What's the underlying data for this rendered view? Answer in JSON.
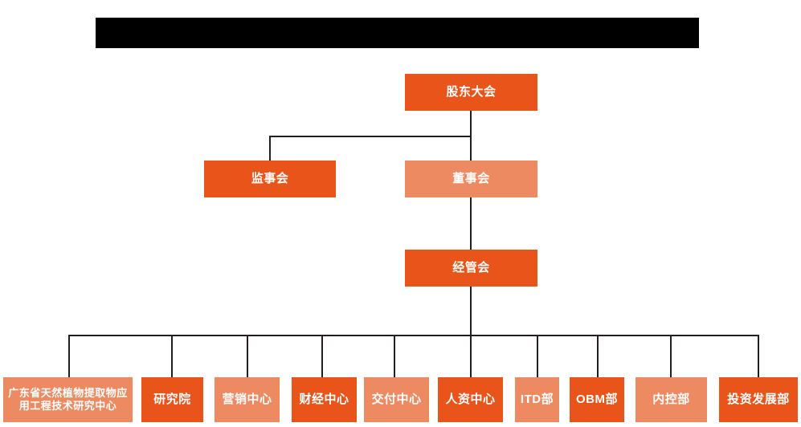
{
  "diagram": {
    "title_banner": {
      "name": "redacted-title-banner",
      "text": "",
      "color": "#000000"
    },
    "colors": {
      "dark_orange": "#E9541B",
      "light_orange": "#EE8A62",
      "line": "#231f20",
      "background": "#ffffff",
      "text": "#ffffff"
    },
    "type": "org-chart",
    "levels": [
      {
        "level": 1,
        "nodes": [
          {
            "id": "shareholders",
            "label": "股东大会",
            "color": "dark"
          }
        ]
      },
      {
        "level": 2,
        "nodes": [
          {
            "id": "supervisors",
            "label": "监事会",
            "color": "dark"
          },
          {
            "id": "directors",
            "label": "董事会",
            "color": "light"
          }
        ]
      },
      {
        "level": 3,
        "nodes": [
          {
            "id": "management",
            "label": "经管会",
            "color": "dark"
          }
        ]
      },
      {
        "level": 4,
        "nodes": [
          {
            "id": "rd-center",
            "label_line1": "广东省天然植物提取物应",
            "label_line2": "用工程技术研究中心",
            "color": "light"
          },
          {
            "id": "institute",
            "label": "研究院",
            "color": "dark"
          },
          {
            "id": "marketing",
            "label": "营销中心",
            "color": "light"
          },
          {
            "id": "finance",
            "label": "财经中心",
            "color": "dark"
          },
          {
            "id": "delivery",
            "label": "交付中心",
            "color": "light"
          },
          {
            "id": "hr",
            "label": "人资中心",
            "color": "dark"
          },
          {
            "id": "itd",
            "label": "ITD部",
            "color": "light"
          },
          {
            "id": "obm",
            "label": "OBM部",
            "color": "dark"
          },
          {
            "id": "internal-control",
            "label": "内控部",
            "color": "light"
          },
          {
            "id": "investment",
            "label": "投资发展部",
            "color": "dark"
          }
        ]
      }
    ]
  }
}
